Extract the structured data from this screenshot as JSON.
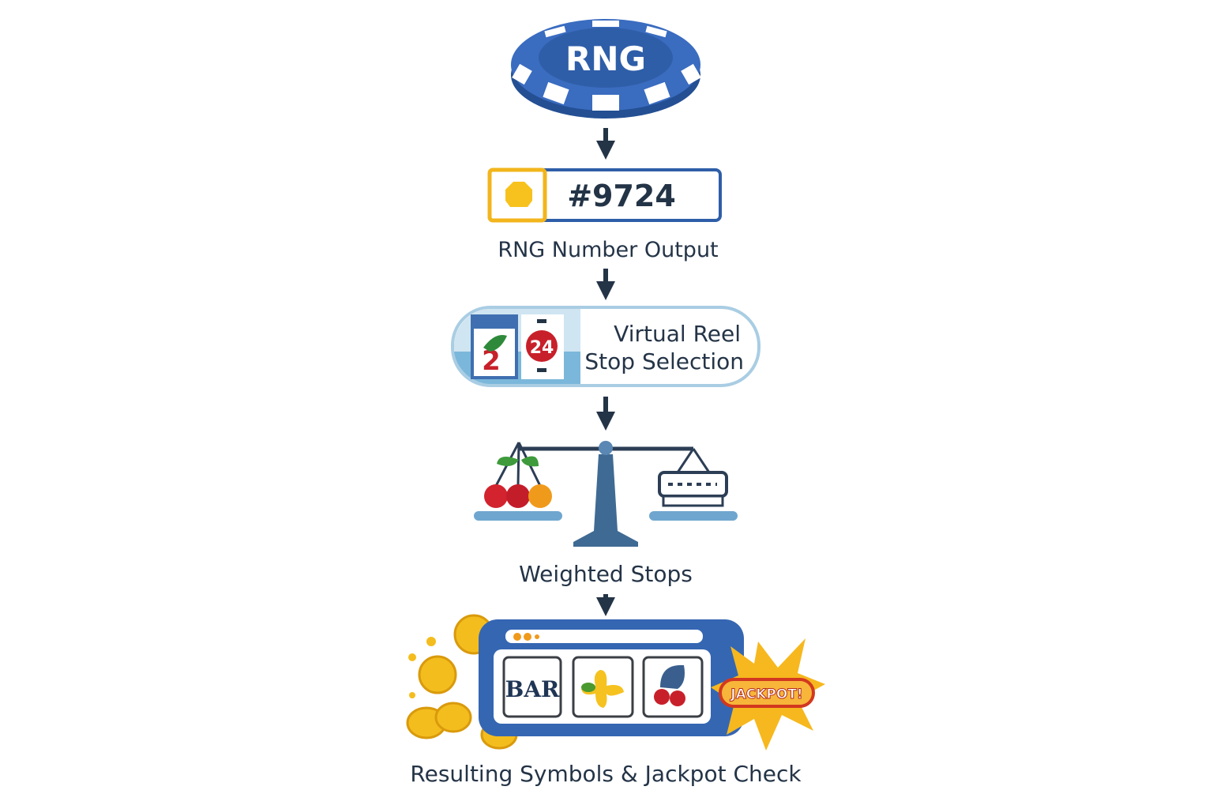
{
  "chip": {
    "label": "RNG",
    "color": "#2f5ea8"
  },
  "number_box": {
    "value": "#9724",
    "accent": "#f2b51c"
  },
  "steps": [
    {
      "label": "RNG Number Output"
    },
    {
      "label_line1": "Virtual Reel",
      "label_line2": "Stop Selection"
    },
    {
      "label": "Weighted Stops"
    },
    {
      "label": "Resulting Symbols & Jackpot Check"
    }
  ],
  "reel_symbols": [
    "2",
    "24"
  ],
  "slot": {
    "symbols": [
      "BAR",
      "clover",
      "cherry"
    ],
    "badge": "JACKPOT!"
  },
  "colors": {
    "text": "#243447",
    "blue": "#2f5ea8",
    "light_blue": "#8fc3e0",
    "gold": "#f2b51c",
    "red": "#c8202a"
  }
}
